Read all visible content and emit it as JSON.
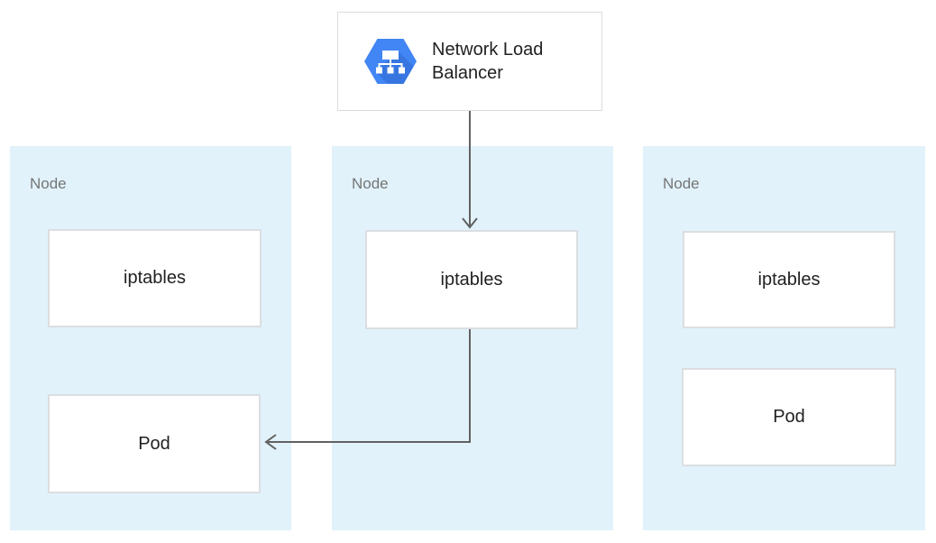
{
  "load_balancer": {
    "label": "Network Load Balancer"
  },
  "nodes": [
    {
      "label": "Node",
      "boxes": [
        {
          "label": "iptables"
        },
        {
          "label": "Pod"
        }
      ]
    },
    {
      "label": "Node",
      "boxes": [
        {
          "label": "iptables"
        }
      ]
    },
    {
      "label": "Node",
      "boxes": [
        {
          "label": "iptables"
        },
        {
          "label": "Pod"
        }
      ]
    }
  ],
  "arrows": [
    {
      "from": "network-load-balancer",
      "to": "node-2-iptables"
    },
    {
      "from": "node-2-iptables",
      "to": "node-1-pod"
    }
  ],
  "icons": {
    "load_balancer": "network-load-balancer-hexagon-icon"
  },
  "colors": {
    "node_fill": "#e1f2fb",
    "box_border": "#dcdee1",
    "card_border": "#dcdcdc",
    "arrow": "#616161",
    "icon_blue": "#4285f4",
    "icon_shadow": "#2f6ad1",
    "icon_glyph": "#ffffff",
    "node_label_gray": "#757575",
    "text_dark": "#212121"
  }
}
